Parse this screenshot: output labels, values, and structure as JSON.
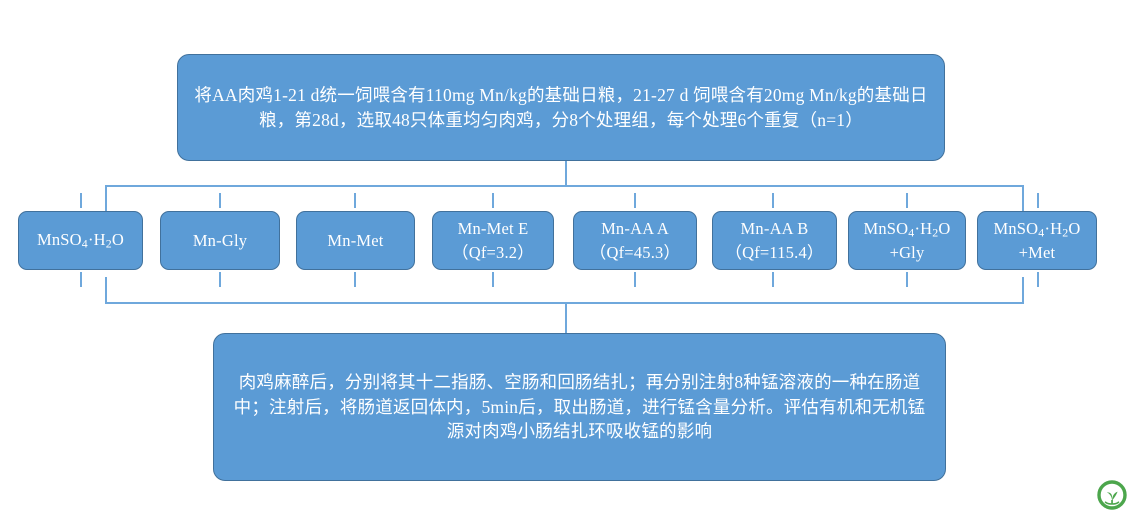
{
  "diagram": {
    "title": "AA broiler manganese source experimental design flowchart",
    "colors": {
      "node_fill": "#5B9BD5",
      "node_border": "#41719C",
      "connector": "#6FA8DC",
      "text": "#FFFFFF",
      "background": "#FFFFFF",
      "logo_green": "#4CA64C"
    },
    "top_box": {
      "text": "将AA肉鸡1-21 d统一饲喂含有110mg Mn/kg的基础日粮，21-27 d 饲喂含有20mg Mn/kg的基础日粮，第28d，选取48只体重均匀肉鸡，分8个处理组，每个处理6个重复（n=1）"
    },
    "treatments": [
      {
        "line1_pre": "MnSO",
        "sub1": "4",
        "line1_mid": "·H",
        "sub2": "2",
        "line1_post": "O",
        "line2": "",
        "plain": "MnSO4·H2O"
      },
      {
        "line1_pre": "Mn-Gly",
        "sub1": "",
        "line1_mid": "",
        "sub2": "",
        "line1_post": "",
        "line2": "",
        "plain": "Mn-Gly"
      },
      {
        "line1_pre": "Mn-Met",
        "sub1": "",
        "line1_mid": "",
        "sub2": "",
        "line1_post": "",
        "line2": "",
        "plain": "Mn-Met"
      },
      {
        "line1_pre": "Mn-Met E",
        "sub1": "",
        "line1_mid": "",
        "sub2": "",
        "line1_post": "",
        "line2": "（Qf=3.2）",
        "plain": "Mn-Met E（Qf=3.2）"
      },
      {
        "line1_pre": "Mn-AA A",
        "sub1": "",
        "line1_mid": "",
        "sub2": "",
        "line1_post": "",
        "line2": "（Qf=45.3）",
        "plain": "Mn-AA A（Qf=45.3）"
      },
      {
        "line1_pre": "Mn-AA B",
        "sub1": "",
        "line1_mid": "",
        "sub2": "",
        "line1_post": "",
        "line2": "（Qf=115.4）",
        "plain": "Mn-AA B（Qf=115.4）"
      },
      {
        "line1_pre": "MnSO",
        "sub1": "4",
        "line1_mid": "·H",
        "sub2": "2",
        "line1_post": "O",
        "line2": "+Gly",
        "plain": "MnSO4·H2O +Gly"
      },
      {
        "line1_pre": "MnSO",
        "sub1": "4",
        "line1_mid": "·H",
        "sub2": "2",
        "line1_post": "O",
        "line2": "+Met",
        "plain": "MnSO4·H2O +Met"
      }
    ],
    "bottom_box": {
      "text": "肉鸡麻醉后，分别将其十二指肠、空肠和回肠结扎；再分别注射8种锰溶液的一种在肠道中；注射后，将肠道返回体内，5min后，取出肠道，进行锰含量分析。评估有机和无机锰源对肉鸡小肠结扎环吸收锰的影响"
    },
    "logo": {
      "name": "plant-leaf-circle-logo"
    }
  }
}
